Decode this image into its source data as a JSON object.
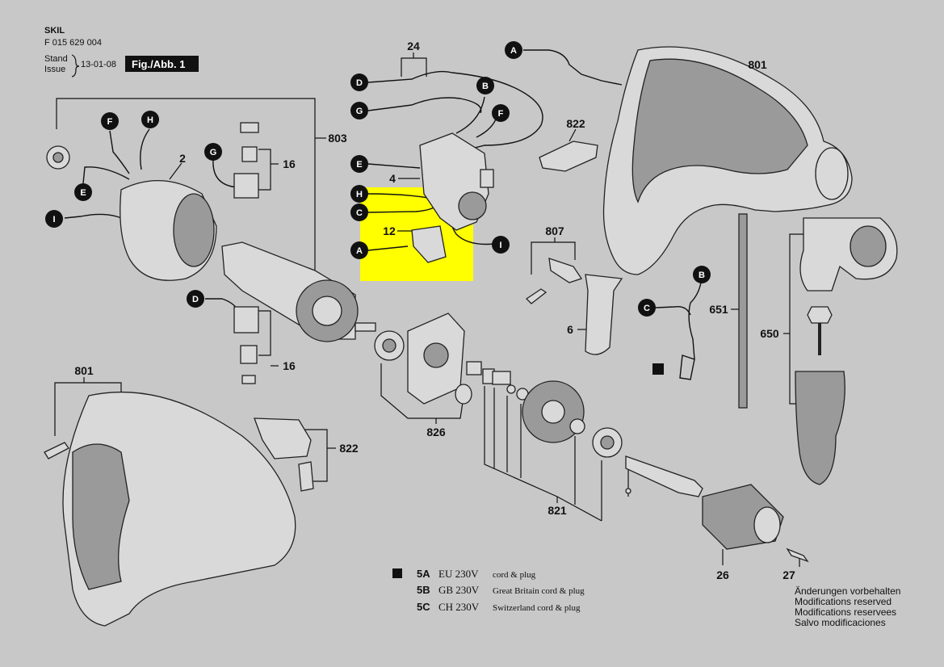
{
  "header": {
    "brand": "SKIL",
    "part_number": "F 015 629 004",
    "stand_label": "Stand",
    "issue_label": "Issue",
    "date": "13-01-08",
    "fig_label": "Fig./Abb. 1"
  },
  "highlight_color": "#ffff00",
  "part_numbers": {
    "n24": "24",
    "n801_top": "801",
    "n803": "803",
    "n822_top": "822",
    "n2": "2",
    "n16_top": "16",
    "n4": "4",
    "n12": "12",
    "n807": "807",
    "n651": "651",
    "n650": "650",
    "n6": "6",
    "n16_bot": "16",
    "n801_bot": "801",
    "n822_bot": "822",
    "n826": "826",
    "n821": "821",
    "n26": "26",
    "n27": "27"
  },
  "letters": {
    "A": "A",
    "B": "B",
    "C": "C",
    "D": "D",
    "E": "E",
    "F": "F",
    "G": "G",
    "H": "H",
    "I": "I"
  },
  "legend": [
    {
      "code": "5A",
      "voltage": "EU 230V",
      "desc": "cord & plug"
    },
    {
      "code": "5B",
      "voltage": "GB 230V",
      "desc": "Great Britain cord & plug"
    },
    {
      "code": "5C",
      "voltage": "CH 230V",
      "desc": "Switzerland cord & plug"
    }
  ],
  "modifications": [
    "Änderungen vorbehalten",
    "Modifications reserved",
    "Modifications reservees",
    "Salvo modificaciones"
  ]
}
